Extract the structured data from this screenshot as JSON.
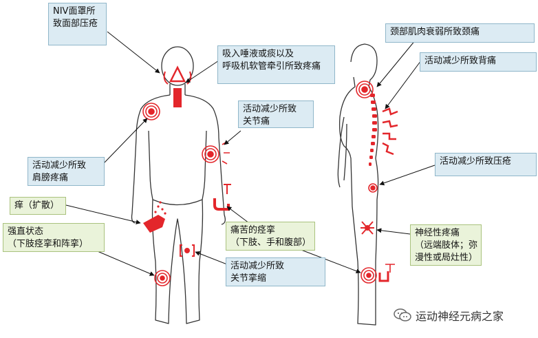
{
  "labels": {
    "niv": [
      "NIV面罩所",
      "致面部压疮"
    ],
    "saliva": [
      "吸入唾液或痰以及",
      "呼吸机软管牵引所致疼痛"
    ],
    "neck": [
      "颈部肌肉衰弱所致颈痛"
    ],
    "back": [
      "活动减少所致背痛"
    ],
    "joint": [
      "活动减少所致",
      "关节痛"
    ],
    "shoulder": [
      "活动减少所致",
      "肩膀疼痛"
    ],
    "itch": [
      "痒（扩散）"
    ],
    "rigid": [
      "强直状态",
      "（下肢痉挛和阵挛）"
    ],
    "cramp": [
      "痛苦的痉挛",
      "（下肢、手和腹部）"
    ],
    "contracture": [
      "活动减少所致",
      "关节挛缩"
    ],
    "pressure": [
      "活动减少所致压疮"
    ],
    "neuro": [
      "神经性疼痛",
      "（远端肢体；弥",
      "漫性或局灶性）"
    ]
  },
  "watermark": {
    "text": "运动神经元病之家",
    "icon": "wechat-icon"
  },
  "colors": {
    "accent": "#e3262b",
    "box_blue": "#dcebf3",
    "box_green": "#eaf3da",
    "outline": "#333333"
  }
}
